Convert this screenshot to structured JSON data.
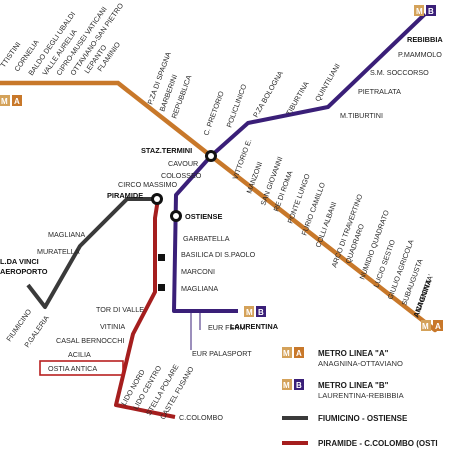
{
  "colors": {
    "line_a": "#c8782a",
    "line_b": "#3a1f78",
    "line_fium": "#3a3a3a",
    "line_ostia": "#a51e1e",
    "badge_m": "#d4a25a",
    "badge_a": "#c8782a",
    "badge_b": "#3a1f78"
  },
  "badges": {
    "m": "M",
    "a": "A",
    "b": "B"
  },
  "terminus": {
    "rebibbia": "REBIBBIA",
    "anagnina": "ANAGNINA",
    "laurentina": "LAURENTINA"
  },
  "stations": {
    "line_a_west": [
      "TTISTINI",
      "CORNELIA",
      "BALDO DEGLI UBALDI",
      "VALLE AURELIA",
      "CIPRO-MUSEI VATICANI",
      "OTTAVIANO-SAN PIETRO",
      "LEPANTO",
      "FLAMINIO"
    ],
    "line_a_centre": [
      "P.ZA DI SPAGNA",
      "BARBERINI",
      "REPUBBLICA"
    ],
    "line_a_south": [
      "VITTORIO E.",
      "MANZONI",
      "SAN GIOVANNI",
      "RE DI ROMA",
      "PONTE LUNGO",
      "FURIO CAMILLO",
      "COLLI ALBANI",
      "ARCO DI TRAVERTINO",
      "QUADRARO",
      "NUMIDIO QUADRATO",
      "LUCIO SESTIO",
      "GIULIO AGRICOLA",
      "SUBAUGUSTA",
      "CINECITTA'"
    ],
    "line_b_north": [
      "C. PRETORIO",
      "POLICLINICO",
      "P.ZA BOLOGNA",
      "TIBURTINA",
      "QUINTILIANI",
      "M.TIBURTINI",
      "PIETRALATA",
      "S.M. SOCCORSO",
      "P.MAMMOLO"
    ],
    "line_b_south": [
      "CAVOUR",
      "COLOSSEO",
      "CIRCO MASSIMO",
      "GARBATELLA",
      "BASILICA DI S.PAOLO",
      "MARCONI",
      "MAGLIANA",
      "EUR FERMI",
      "EUR PALASPORT"
    ],
    "interchange": {
      "termini": "STAZ.TERMINI",
      "piramide": "PIRAMIDE",
      "ostiense": "OSTIENSE"
    },
    "fiumicino": [
      "MAGLIANA",
      "MURATELLA",
      "L.DA VINCI",
      "AEROPORTO",
      "FIUMICINO",
      "P.GALERIA"
    ],
    "ostia": [
      "TOR DI VALLE",
      "VITINIA",
      "CASAL BERNOCCHI",
      "ACILIA",
      "LIDO NORD",
      "LIDO CENTRO",
      "STELLA POLARE",
      "CASTEL FUSANO",
      "C.COLOMBO"
    ],
    "ostia_antica": "OSTIA ANTICA"
  },
  "legend": [
    {
      "badge": "A",
      "title": "METRO LINEA \"A\"",
      "subtitle": "ANAGNINA-OTTAVIANO"
    },
    {
      "badge": "B",
      "title": "METRO LINEA \"B\"",
      "subtitle": "LAURENTINA-REBIBBIA"
    },
    {
      "title": "FIUMICINO - OSTIENSE"
    },
    {
      "title": "PIRAMIDE - C.COLOMBO (OSTI"
    }
  ]
}
